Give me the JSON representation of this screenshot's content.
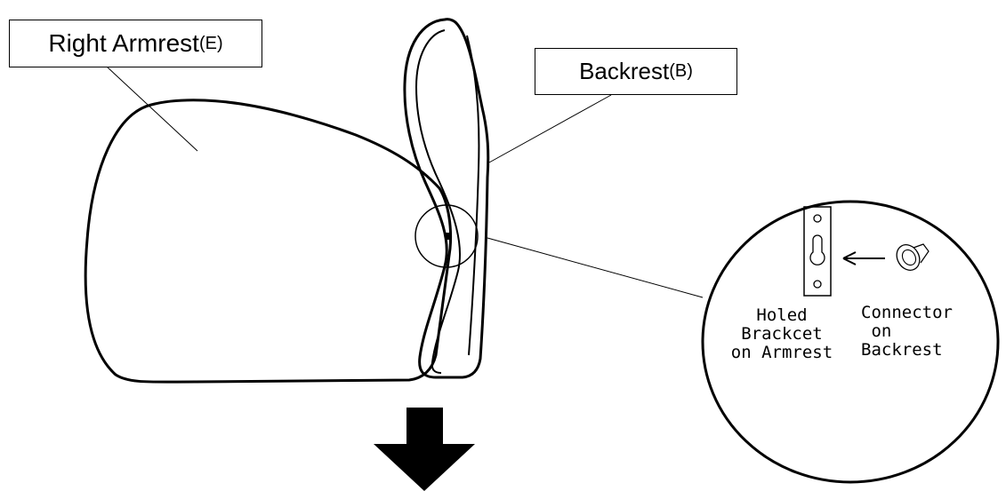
{
  "labels": {
    "armrest": {
      "main": "Right Armrest",
      "code": "(E)"
    },
    "backrest": {
      "main": "Backrest",
      "code": "(B)"
    }
  },
  "detail": {
    "holed_bracket": [
      "Holed",
      "Brackcet",
      "on Armrest"
    ],
    "connector": [
      "Connector",
      " on",
      "Backrest"
    ]
  },
  "colors": {
    "line": "#000000",
    "background": "#ffffff"
  },
  "icons": [
    "down-arrow-icon",
    "left-arrow-icon",
    "connector-knob-icon",
    "holed-bracket-icon"
  ]
}
